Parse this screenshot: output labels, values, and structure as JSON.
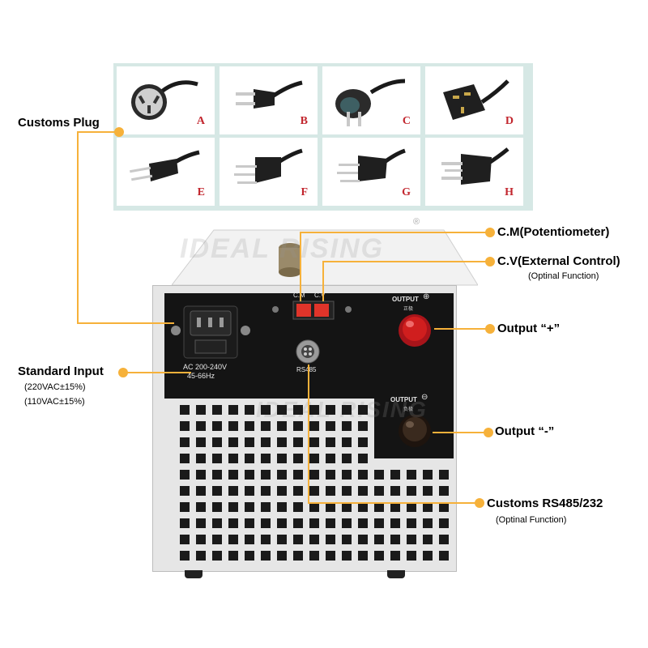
{
  "plugs": [
    {
      "letter": "A",
      "icon": "plug-a-icon"
    },
    {
      "letter": "B",
      "icon": "plug-b-icon"
    },
    {
      "letter": "C",
      "icon": "plug-c-icon"
    },
    {
      "letter": "D",
      "icon": "plug-d-icon"
    },
    {
      "letter": "E",
      "icon": "plug-e-icon"
    },
    {
      "letter": "F",
      "icon": "plug-f-icon"
    },
    {
      "letter": "G",
      "icon": "plug-g-icon"
    },
    {
      "letter": "H",
      "icon": "plug-h-icon"
    }
  ],
  "watermark": "IDEAL RISING",
  "registered_mark": "®",
  "device": {
    "ac_label_line1": "AC 200-240V",
    "ac_label_line2": "45-66Hz",
    "cm_label": "C.M",
    "cv_label": "C.V",
    "rs485_label": "RS485",
    "output_pos_label": "OUTPUT",
    "output_pos_sub": "正极",
    "output_neg_label": "OUTPUT",
    "output_neg_sub": "负极"
  },
  "callouts": {
    "customs_plug": "Customs Plug",
    "standard_input": "Standard Input",
    "standard_input_sub1": "(220VAC±15%)",
    "standard_input_sub2": "(110VAC±15%)",
    "cm": "C.M(Potentiometer)",
    "cv": "C.V(External Control)",
    "cv_sub": "(Optinal Function)",
    "output_pos": "Output “+”",
    "output_neg": "Output “-”",
    "rs485": "Customs RS485/232",
    "rs485_sub": "(Optinal Function)"
  },
  "colors": {
    "accent": "#f6b13a",
    "panel_bg": "#d6e8e5",
    "letter": "#c2262e",
    "knob_red": "#d01e1e",
    "switch_red": "#e0342a"
  }
}
